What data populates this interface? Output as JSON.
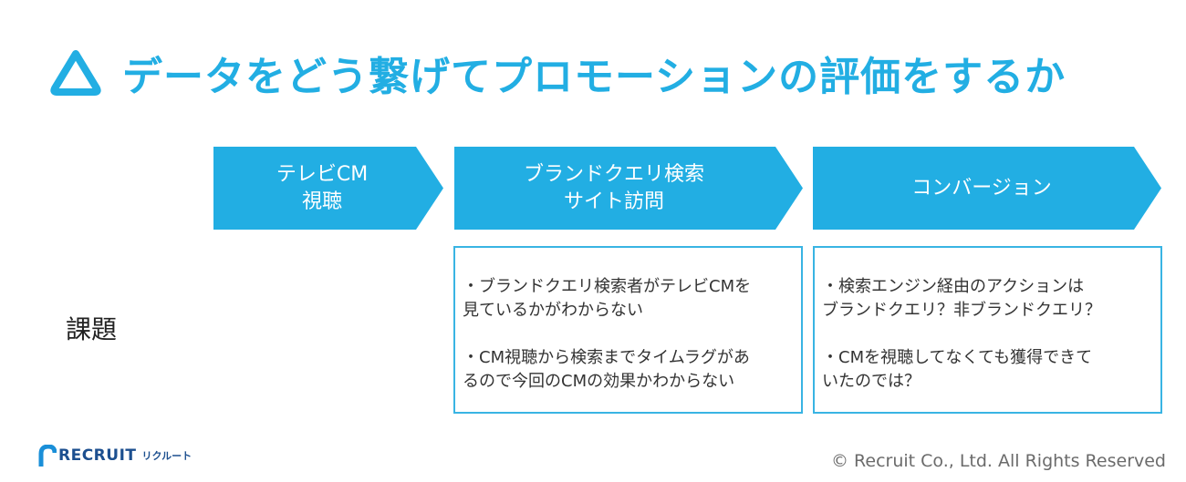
{
  "slide": {
    "title": "データをどう繋げてプロモーションの評価をするか",
    "title_icon": "triangle-outline-icon",
    "accent_color": "#22aee3"
  },
  "flow": {
    "steps": [
      {
        "line1": "テレビCM",
        "line2": "視聴"
      },
      {
        "line1": "ブランドクエリ検索",
        "line2": "サイト訪問"
      },
      {
        "line1": "コンバージョン",
        "line2": ""
      }
    ]
  },
  "issues": {
    "row_label": "課題",
    "boxes": [
      {
        "points": [
          "・ブランドクエリ検索者がテレビCMを\n見ているかがわからない",
          "・CM視聴から検索までタイムラグがあ\nるので今回のCMの効果かわからない"
        ]
      },
      {
        "points": [
          "・検索エンジン経由のアクションは\nブランドクエリ？非ブランドクエリ？",
          "・CMを視聴してなくても獲得できて\nいたのでは？"
        ]
      }
    ]
  },
  "footer": {
    "logo_text": "RECRUIT",
    "logo_kana": "リクルート",
    "copyright": "© Recruit Co., Ltd. All Rights Reserved"
  }
}
